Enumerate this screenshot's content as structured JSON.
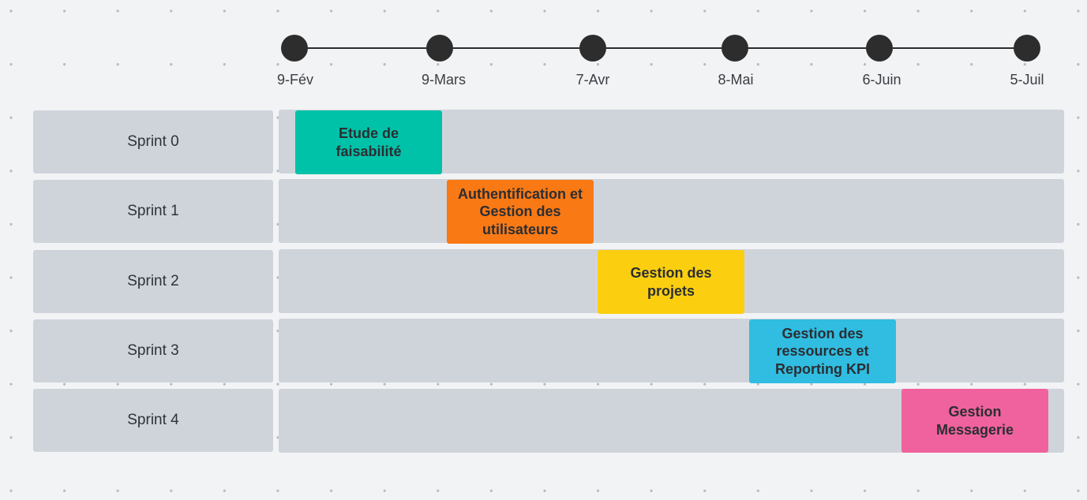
{
  "timeline": {
    "milestones": [
      "9-Fév",
      "9-Mars",
      "7-Avr",
      "8-Mai",
      "6-Juin",
      "5-Juil"
    ]
  },
  "sprints": [
    {
      "label": "Sprint 0",
      "task": "Etude de\nfaisabilité",
      "color": "#00c2a8"
    },
    {
      "label": "Sprint 1",
      "task": "Authentification et\nGestion des\nutilisateurs",
      "color": "#f97915"
    },
    {
      "label": "Sprint 2",
      "task": "Gestion des\nprojets",
      "color": "#fbcf10"
    },
    {
      "label": "Sprint 3",
      "task": "Gestion des\nressources et\nReporting KPI",
      "color": "#30bde1"
    },
    {
      "label": "Sprint 4",
      "task": "Gestion\nMessagerie",
      "color": "#f0629d"
    }
  ]
}
